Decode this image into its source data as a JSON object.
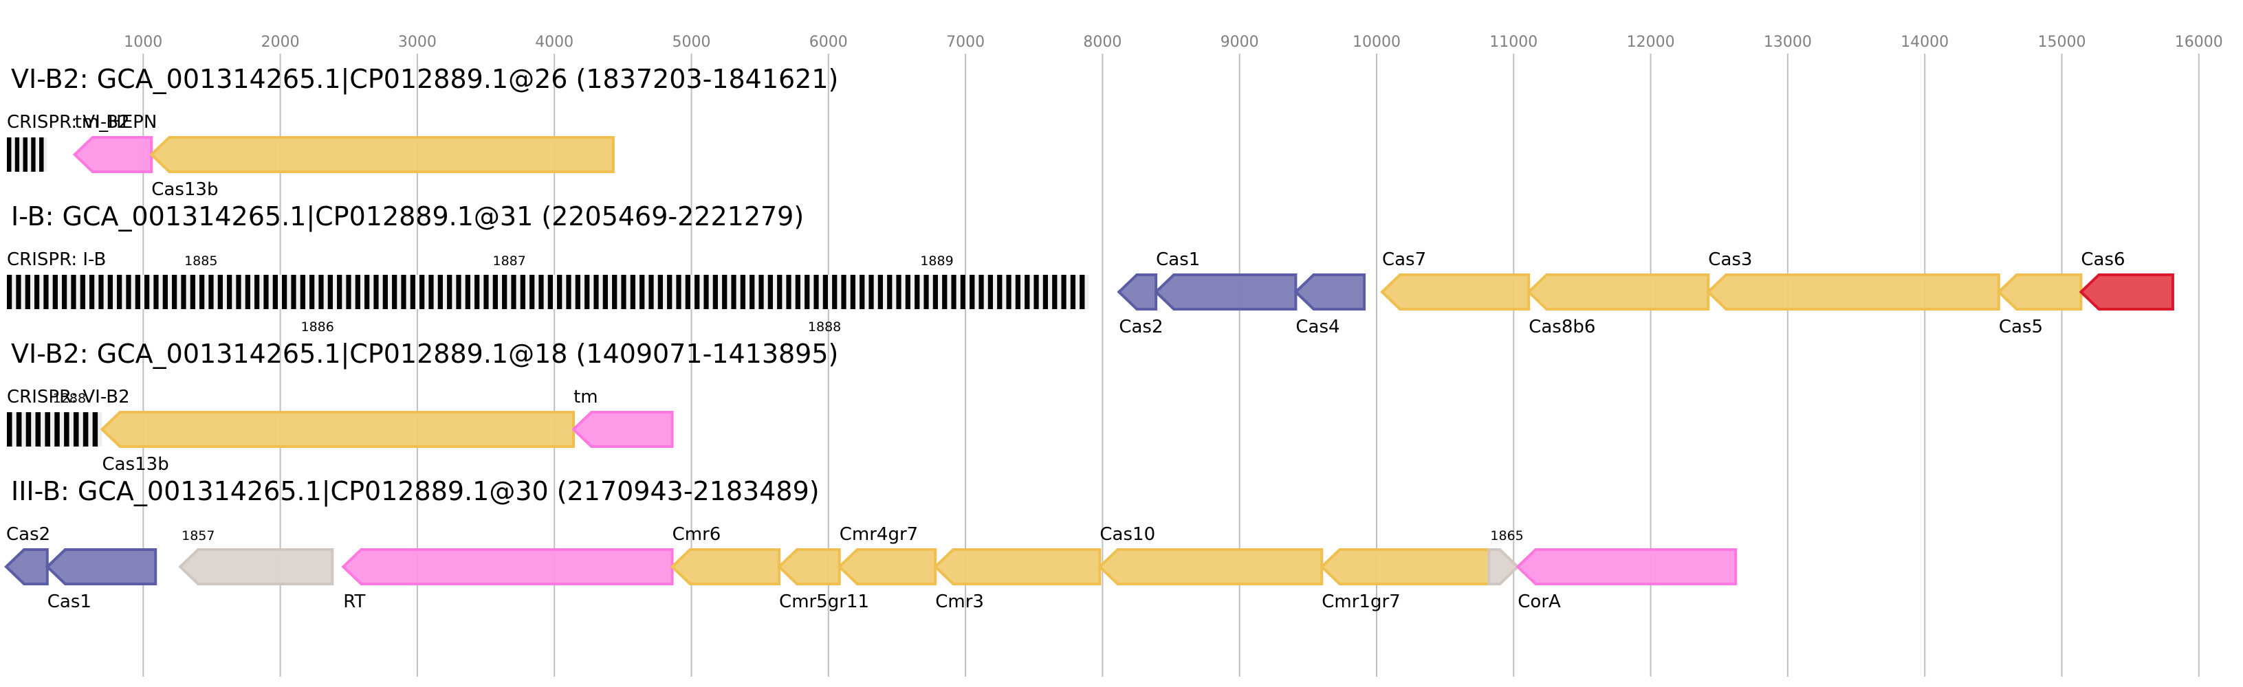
{
  "chart_data": {
    "type": "gene-map",
    "x_axis": {
      "min": 0,
      "max": 16000,
      "ticks": [
        1000,
        2000,
        3000,
        4000,
        5000,
        6000,
        7000,
        8000,
        9000,
        10000,
        11000,
        12000,
        13000,
        14000,
        15000,
        16000
      ]
    },
    "colors": {
      "adaptation": "#7b7db6",
      "adaptation_stroke": "#5b5ea6",
      "effector": "#f1cc74",
      "effector_stroke": "#efbf50",
      "accessory": "#fd96e8",
      "accessory_stroke": "#ff79e0",
      "cas6": "#e5444f",
      "cas6_stroke": "#d9192a",
      "unknown": "#dcd3cd",
      "unknown_stroke": "#d0c7c0",
      "grid": "#bfbfbf"
    },
    "rows": [
      {
        "title": "VI-B2: GCA_001314265.1|CP012889.1@26 (1837203-1841621)",
        "crispr": {
          "label": "CRISPR: VI-B2",
          "start": 0,
          "end": 300,
          "repeats": 5,
          "ids": []
        },
        "genes": [
          {
            "name": "tm_HEPN",
            "start": 500,
            "end": 1060,
            "strand": "-",
            "cls": "accessory",
            "label_pos": "top"
          },
          {
            "name": "Cas13b",
            "start": 1060,
            "end": 4430,
            "strand": "-",
            "cls": "effector",
            "label_pos": "bottom"
          }
        ]
      },
      {
        "title": "I-B: GCA_001314265.1|CP012889.1@31 (2205469-2221279)",
        "crispr": {
          "label": "CRISPR: I-B",
          "start": 0,
          "end": 7900,
          "repeats": 118,
          "ids": [
            {
              "id": "1885",
              "at": 1300,
              "pos": "top"
            },
            {
              "id": "1886",
              "at": 2150,
              "pos": "bottom"
            },
            {
              "id": "1887",
              "at": 3550,
              "pos": "top"
            },
            {
              "id": "1888",
              "at": 5850,
              "pos": "bottom"
            },
            {
              "id": "1889",
              "at": 6670,
              "pos": "top"
            }
          ]
        },
        "genes": [
          {
            "name": "Cas2",
            "start": 8120,
            "end": 8390,
            "strand": "-",
            "cls": "adaptation",
            "label_pos": "bottom"
          },
          {
            "name": "Cas1",
            "start": 8390,
            "end": 9410,
            "strand": "-",
            "cls": "adaptation",
            "label_pos": "top"
          },
          {
            "name": "Cas4",
            "start": 9410,
            "end": 9910,
            "strand": "-",
            "cls": "adaptation",
            "label_pos": "bottom"
          },
          {
            "name": "Cas7",
            "start": 10040,
            "end": 11110,
            "strand": "-",
            "cls": "effector",
            "label_pos": "top"
          },
          {
            "name": "Cas8b6",
            "start": 11110,
            "end": 12420,
            "strand": "-",
            "cls": "effector",
            "label_pos": "bottom"
          },
          {
            "name": "Cas3",
            "start": 12420,
            "end": 14540,
            "strand": "-",
            "cls": "effector",
            "label_pos": "top"
          },
          {
            "name": "Cas5",
            "start": 14540,
            "end": 15140,
            "strand": "-",
            "cls": "effector",
            "label_pos": "bottom"
          },
          {
            "name": "Cas6",
            "start": 15140,
            "end": 15810,
            "strand": "-",
            "cls": "cas6",
            "label_pos": "top"
          }
        ]
      },
      {
        "title": "VI-B2: GCA_001314265.1|CP012889.1@18 (1409071-1413895)",
        "crispr": {
          "label": "CRISPR: VI-B2",
          "start": 0,
          "end": 700,
          "repeats": 10,
          "ids": [
            {
              "id": "1288",
              "at": 340,
              "pos": "top"
            }
          ]
        },
        "genes": [
          {
            "name": "Cas13b",
            "start": 700,
            "end": 4140,
            "strand": "-",
            "cls": "effector",
            "label_pos": "bottom"
          },
          {
            "name": "tm",
            "start": 4140,
            "end": 4860,
            "strand": "-",
            "cls": "accessory",
            "label_pos": "top"
          }
        ]
      },
      {
        "title": "III-B: GCA_001314265.1|CP012889.1@30 (2170943-2183489)",
        "crispr": null,
        "genes": [
          {
            "name": "Cas2",
            "start": 0,
            "end": 300,
            "strand": "-",
            "cls": "adaptation",
            "label_pos": "top"
          },
          {
            "name": "Cas1",
            "start": 300,
            "end": 1090,
            "strand": "-",
            "cls": "adaptation",
            "label_pos": "bottom"
          },
          {
            "name": "1857",
            "start": 1270,
            "end": 2380,
            "strand": "-",
            "cls": "unknown",
            "label_pos": "top",
            "small": true
          },
          {
            "name": "RT",
            "start": 2460,
            "end": 4860,
            "strand": "-",
            "cls": "accessory",
            "label_pos": "bottom"
          },
          {
            "name": "Cmr6",
            "start": 4860,
            "end": 5640,
            "strand": "-",
            "cls": "effector",
            "label_pos": "top"
          },
          {
            "name": "Cmr5gr11",
            "start": 5640,
            "end": 6080,
            "strand": "-",
            "cls": "effector",
            "label_pos": "bottom"
          },
          {
            "name": "Cmr4gr7",
            "start": 6080,
            "end": 6780,
            "strand": "-",
            "cls": "effector",
            "label_pos": "top"
          },
          {
            "name": "Cmr3",
            "start": 6780,
            "end": 7980,
            "strand": "-",
            "cls": "effector",
            "label_pos": "bottom"
          },
          {
            "name": "Cas10",
            "start": 7980,
            "end": 9600,
            "strand": "-",
            "cls": "effector",
            "label_pos": "top"
          },
          {
            "name": "Cmr1gr7",
            "start": 9600,
            "end": 10820,
            "strand": "-",
            "cls": "effector",
            "label_pos": "bottom"
          },
          {
            "name": "1865",
            "start": 10820,
            "end": 11030,
            "strand": "+",
            "cls": "unknown",
            "label_pos": "top",
            "small": true
          },
          {
            "name": "CorA",
            "start": 11030,
            "end": 12620,
            "strand": "-",
            "cls": "accessory",
            "label_pos": "bottom"
          }
        ]
      }
    ]
  }
}
